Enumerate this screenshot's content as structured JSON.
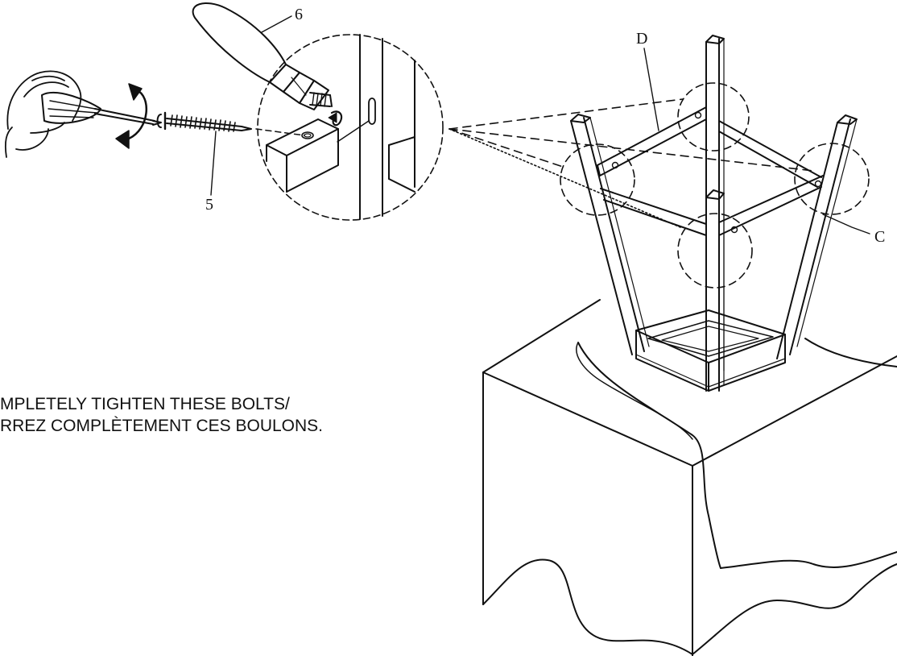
{
  "labels": {
    "part_d": "D",
    "part_c": "C",
    "part_5": "5",
    "part_6": "6"
  },
  "instruction": {
    "line1": "MPLETELY TIGHTEN THESE BOLTS/",
    "line2": "RREZ COMPLÈTEMENT CES BOULONS."
  },
  "icons": [
    "hand-icon",
    "screwdriver-icon",
    "rotation-arrow-icon",
    "screw-icon",
    "allen-key-icon"
  ],
  "colors": {
    "ink": "#111111",
    "paper": "#ffffff"
  }
}
